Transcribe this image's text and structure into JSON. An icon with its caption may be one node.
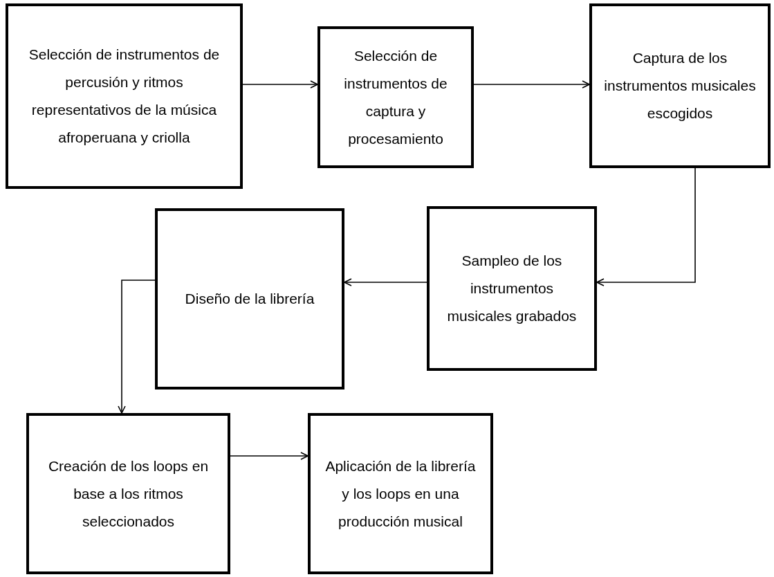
{
  "diagram": {
    "nodes": [
      {
        "text": [
          "Selección de instrumentos de percusión y ritmos representativos de la música afroperuana y criolla"
        ]
      },
      {
        "text": [
          "Selección de instrumentos de captura y procesamiento"
        ]
      },
      {
        "text": [
          "Captura de los instrumentos musicales escogidos"
        ]
      },
      {
        "text": [
          "Sampleo de los instrumentos musicales grabados"
        ]
      },
      {
        "text": [
          "Diseño de la librería"
        ]
      },
      {
        "text": [
          "Creación de los loops en base a los ritmos seleccionados"
        ]
      },
      {
        "text": [
          "Aplicación de la librería y los loops en una producción musical"
        ]
      }
    ],
    "edges": [
      {
        "from": 0,
        "to": 1,
        "arrow": "to"
      },
      {
        "from": 1,
        "to": 2,
        "arrow": "to"
      },
      {
        "from": 2,
        "to": 3,
        "arrow": "to"
      },
      {
        "from": 3,
        "to": 4,
        "arrow": "to"
      },
      {
        "from": 4,
        "to": 5,
        "arrow": "to"
      },
      {
        "from": 5,
        "to": 6,
        "arrow": "to"
      }
    ]
  }
}
